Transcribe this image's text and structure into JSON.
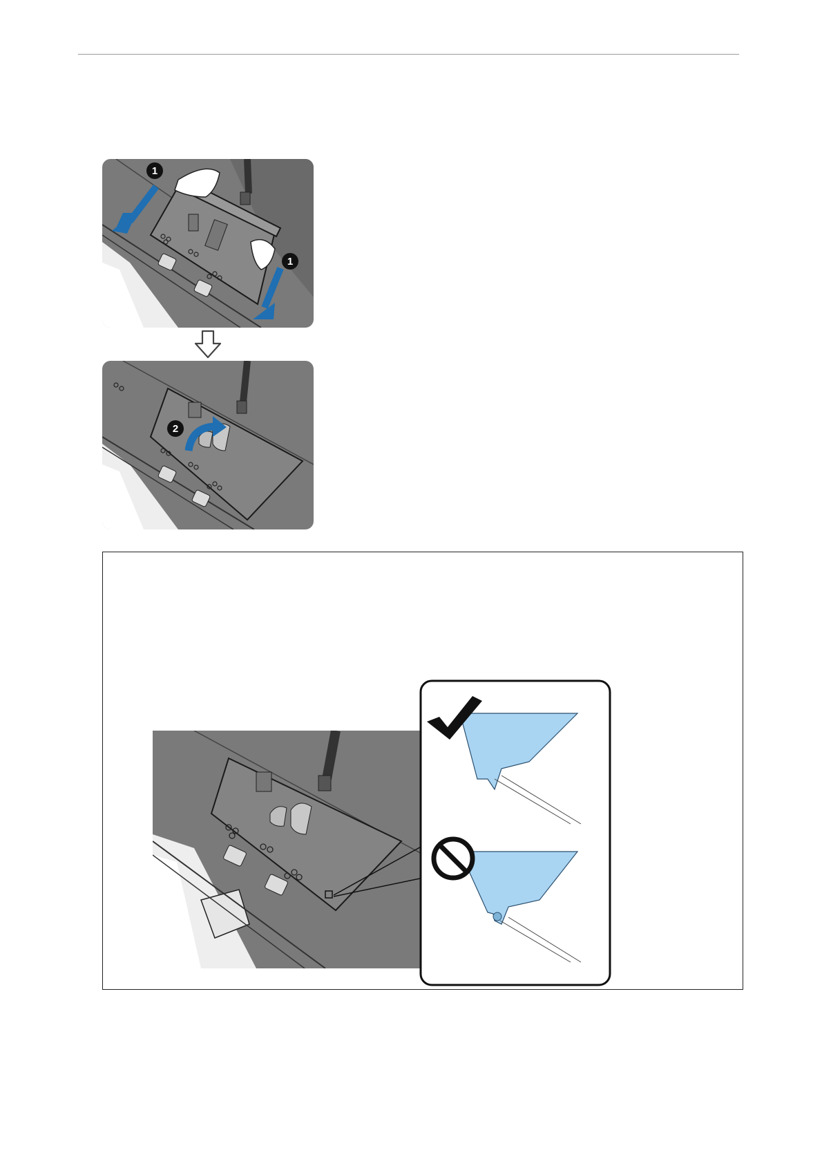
{
  "page": {
    "background": "#ffffff",
    "rule_color": "#9a9a9a"
  },
  "figures": {
    "step1": {
      "markers": [
        "1",
        "1"
      ],
      "arrow_color": "#1f6fb2"
    },
    "down_arrow": {
      "icon": "hollow-down-arrow-icon"
    },
    "step2": {
      "markers": [
        "2"
      ],
      "arrow_color": "#1f6fb2"
    },
    "note": {
      "correct_icon": "checkmark-icon",
      "incorrect_icon": "prohibited-icon",
      "highlight_color": "#a9d5f3"
    }
  }
}
